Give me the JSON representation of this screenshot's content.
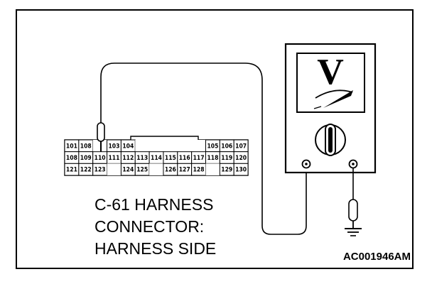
{
  "connector": {
    "name": "C-61",
    "rows": [
      [
        "101",
        "108",
        "",
        "103",
        "104",
        "",
        "",
        "",
        "",
        "",
        "105",
        "106",
        "107"
      ],
      [
        "108",
        "109",
        "110",
        "111",
        "112",
        "113",
        "114",
        "115",
        "116",
        "117",
        "118",
        "119",
        "120"
      ],
      [
        "121",
        "122",
        "123",
        "",
        "124",
        "125",
        "",
        "126",
        "127",
        "128",
        "",
        "129",
        "130"
      ]
    ]
  },
  "caption": {
    "line1": "C-61 HARNESS",
    "line2": "CONNECTOR:",
    "line3": "HARNESS SIDE"
  },
  "meter": {
    "label": "V"
  },
  "figure_code": "AC001946AM",
  "colors": {
    "ink": "#000000",
    "paper": "#ffffff"
  }
}
